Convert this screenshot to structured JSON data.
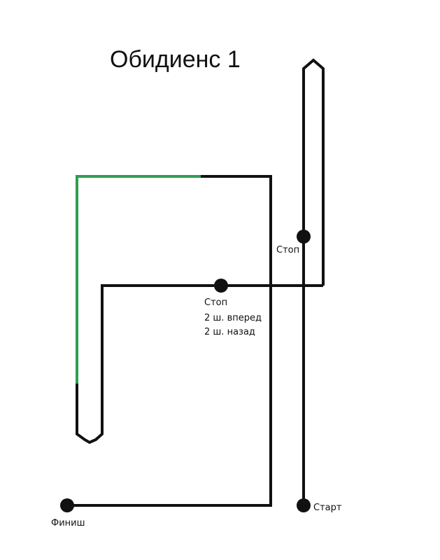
{
  "title": "Обидиенс 1",
  "colors": {
    "path": "#111111",
    "highlight": "#2e9e4f",
    "background": "#ffffff"
  },
  "markers": {
    "stop_1": "Стоп",
    "stop_2": "Стоп",
    "forward": "2 ш. вперед",
    "back": "2 ш. назад",
    "start": "Старт",
    "finish": "Финиш"
  }
}
